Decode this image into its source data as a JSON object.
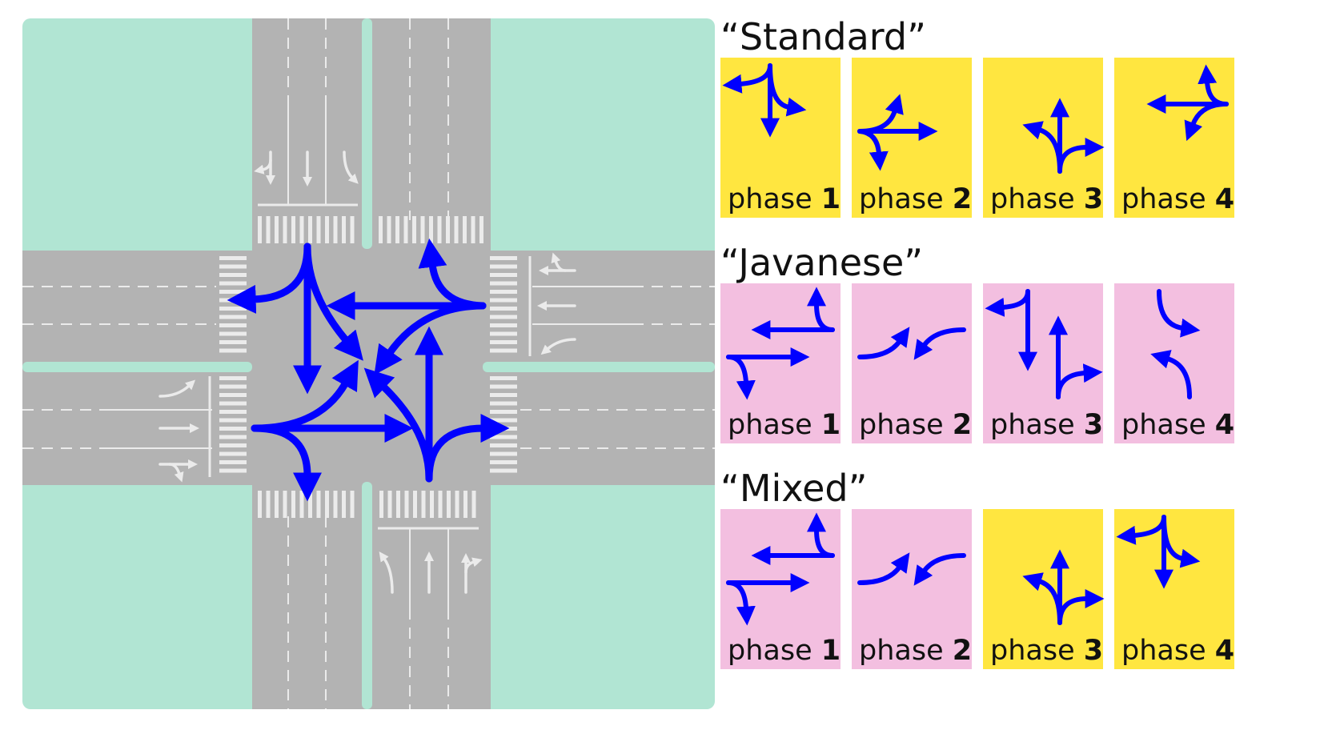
{
  "colors": {
    "background": "#ffffff",
    "grass": "#b1e5d3",
    "road": "#b3b3b3",
    "marking": "#ebebeb",
    "movement_arrow": "#0000ff",
    "panel_yellow": "#ffe640",
    "panel_pink": "#f3bfe0"
  },
  "intersection": {
    "movements": [
      "north-left",
      "north-through",
      "north-right",
      "east-left",
      "east-through",
      "east-right",
      "south-left",
      "south-through",
      "south-right",
      "west-left",
      "west-through",
      "west-right"
    ]
  },
  "phase_word": "phase",
  "schemes": [
    {
      "title": "“Standard”",
      "phases": [
        {
          "number": "1",
          "color": "yellow",
          "movements": [
            "N-L",
            "N-T",
            "N-R"
          ]
        },
        {
          "number": "2",
          "color": "yellow",
          "movements": [
            "W-L",
            "W-T",
            "W-R"
          ]
        },
        {
          "number": "3",
          "color": "yellow",
          "movements": [
            "S-L",
            "S-T",
            "S-R"
          ]
        },
        {
          "number": "4",
          "color": "yellow",
          "movements": [
            "E-L",
            "E-T",
            "E-R"
          ]
        }
      ]
    },
    {
      "title": "“Javanese”",
      "phases": [
        {
          "number": "1",
          "color": "pink",
          "movements": [
            "E-T",
            "E-R",
            "W-T",
            "W-R"
          ]
        },
        {
          "number": "2",
          "color": "pink",
          "movements": [
            "E-L",
            "W-L"
          ]
        },
        {
          "number": "3",
          "color": "pink",
          "movements": [
            "N-T",
            "N-R",
            "S-T",
            "S-R"
          ]
        },
        {
          "number": "4",
          "color": "pink",
          "movements": [
            "N-L",
            "S-L"
          ]
        }
      ]
    },
    {
      "title": "“Mixed”",
      "phases": [
        {
          "number": "1",
          "color": "pink",
          "movements": [
            "E-T",
            "E-R",
            "W-T",
            "W-R"
          ]
        },
        {
          "number": "2",
          "color": "pink",
          "movements": [
            "E-L",
            "W-L"
          ]
        },
        {
          "number": "3",
          "color": "yellow",
          "movements": [
            "S-L",
            "S-T",
            "S-R"
          ]
        },
        {
          "number": "4",
          "color": "yellow",
          "movements": [
            "N-L",
            "N-T",
            "N-R"
          ]
        }
      ]
    }
  ]
}
